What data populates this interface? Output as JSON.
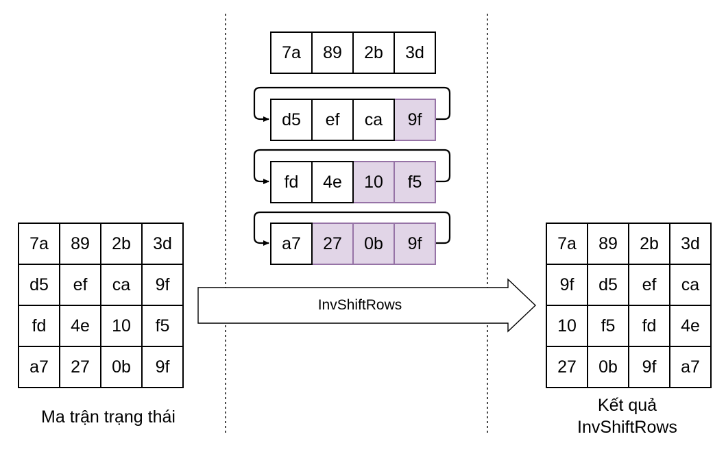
{
  "input_matrix": {
    "caption": "Ma trận trạng thái",
    "rows": [
      [
        "7a",
        "89",
        "2b",
        "3d"
      ],
      [
        "d5",
        "ef",
        "ca",
        "9f"
      ],
      [
        "fd",
        "4e",
        "10",
        "f5"
      ],
      [
        "a7",
        "27",
        "0b",
        "9f"
      ]
    ]
  },
  "shift_rows": [
    {
      "cells": [
        "7a",
        "89",
        "2b",
        "3d"
      ],
      "shift": 0
    },
    {
      "cells": [
        "d5",
        "ef",
        "ca",
        "9f"
      ],
      "shift": 1
    },
    {
      "cells": [
        "fd",
        "4e",
        "10",
        "f5"
      ],
      "shift": 2
    },
    {
      "cells": [
        "a7",
        "27",
        "0b",
        "9f"
      ],
      "shift": 3
    }
  ],
  "arrow_label": "InvShiftRows",
  "output_matrix": {
    "caption_line1": "Kết quả",
    "caption_line2": "InvShiftRows",
    "rows": [
      [
        "7a",
        "89",
        "2b",
        "3d"
      ],
      [
        "9f",
        "d5",
        "ef",
        "ca"
      ],
      [
        "10",
        "f5",
        "fd",
        "4e"
      ],
      [
        "27",
        "0b",
        "9f",
        "a7"
      ]
    ]
  },
  "colors": {
    "highlight_fill": "#e1d5e7",
    "highlight_border": "#9673a6",
    "line": "#000000"
  }
}
